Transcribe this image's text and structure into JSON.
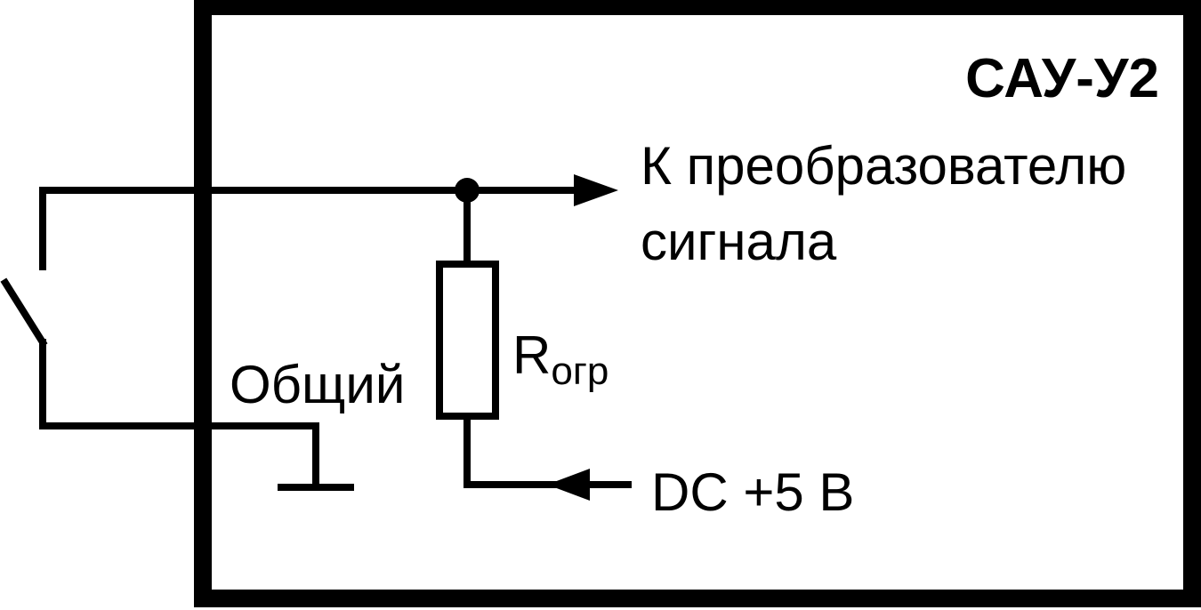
{
  "device": {
    "name": "САУ-У2"
  },
  "labels": {
    "signal_output_line1": "К преобразователю",
    "signal_output_line2": "сигнала",
    "resistor_symbol": "R",
    "resistor_subscript": "огр",
    "common": "Общий",
    "power_supply": "DC +5 В"
  },
  "colors": {
    "line": "#000000",
    "background": "#ffffff"
  }
}
